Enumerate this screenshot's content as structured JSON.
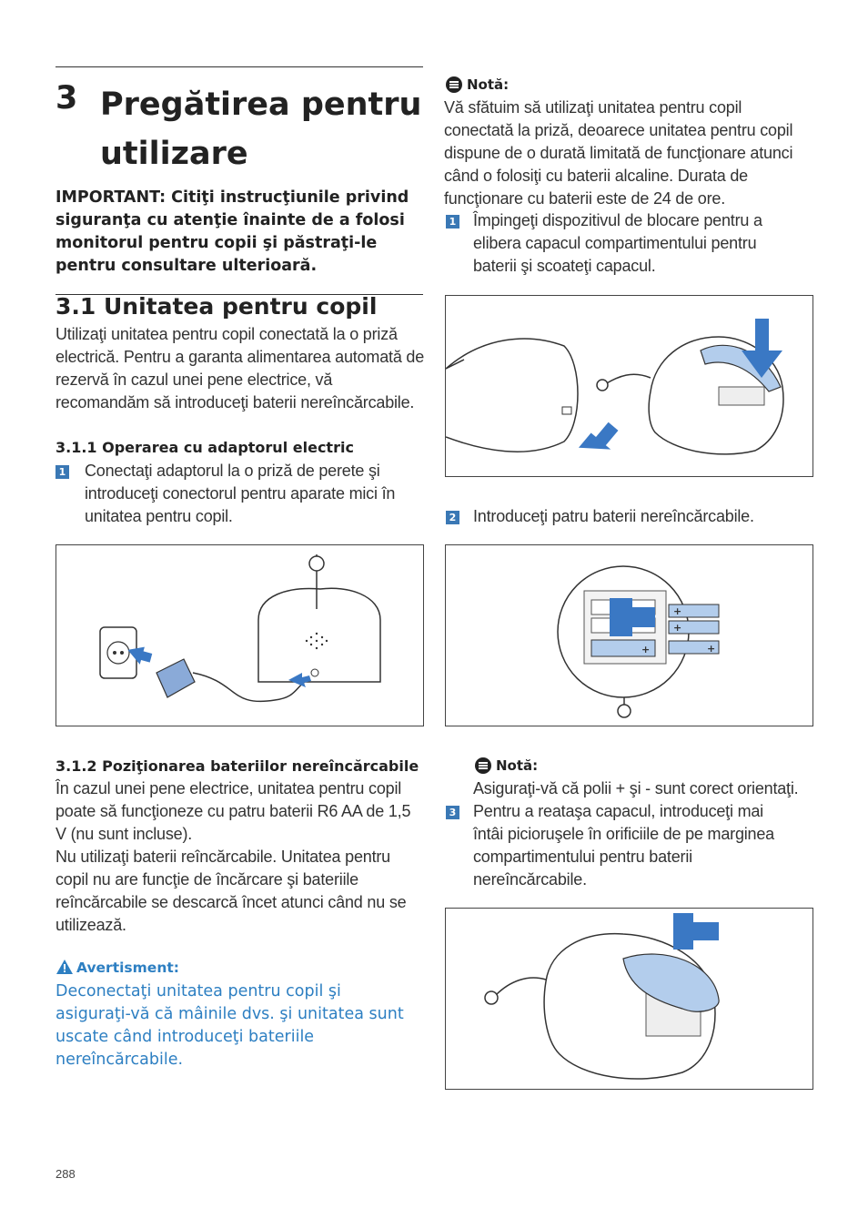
{
  "chapter": {
    "number": "3",
    "title": "Pregătirea pentru utilizare"
  },
  "important_text": "IMPORTANT: Citiţi instrucţiunile privind siguranţa cu atenţie înainte de a folosi monitorul pentru copii şi păstraţi-le pentru consultare ulterioară.",
  "section_3_1": {
    "heading": "3.1 Unitatea pentru copil",
    "intro": "Utilizaţi unitatea pentru copil conectată la o priză electrică. Pentru a garanta alimentarea automată de rezervă în cazul unei pene electrice, vă recomandăm să introduceţi baterii nereîncărcabile."
  },
  "section_3_1_1": {
    "heading": "3.1.1 Operarea cu adaptorul electric",
    "step1_number": "1",
    "step1_text": "Conectaţi adaptorul la o priză de perete şi introduceţi conectorul pentru aparate mici în unitatea pentru copil."
  },
  "section_3_1_2": {
    "heading": "3.1.2 Poziţionarea bateriilor nereîncărcabile",
    "para1": " În cazul unei pene electrice, unitatea pentru copil poate să funcţioneze cu patru baterii R6 AA de 1,5 V (nu sunt incluse).",
    "para2": "Nu utilizaţi baterii reîncărcabile. Unitatea pentru copil nu are funcţie de încărcare şi bateriile reîncărcabile se descarcă încet atunci când nu se utilizează."
  },
  "warning": {
    "heading": "Avertisment:",
    "text": "Deconectaţi unitatea pentru copil şi asiguraţi-vă că mâinile dvs. şi unitatea sunt uscate când introduceţi bateriile nereîncărcabile."
  },
  "note1": {
    "heading": "Notă:",
    "text": " Vă sfătuim să utilizaţi unitatea pentru copil conectată la priză, deoarece unitatea pentru copil dispune de o durată limitată de funcţionare atunci când o folosiţi cu baterii alcaline. Durata de funcţionare cu baterii este de 24 de ore."
  },
  "right_steps": {
    "step1_number": "1",
    "step1_text": "Împingeţi dispozitivul de blocare pentru a elibera capacul compartimentului pentru baterii şi scoateţi capacul.",
    "step2_number": "2",
    "step2_text": "Introduceţi patru baterii nereîncărcabile.",
    "step3_number": "3",
    "step3_text": "Pentru a reataşa capacul, introduceţi mai întâi picioruşele în orificiile de pe marginea compartimentului pentru baterii nereîncărcabile."
  },
  "note2": {
    "heading": "Notă:",
    "text": "Asiguraţi-vă că polii + şi - sunt corect orientaţi."
  },
  "page_number": "288",
  "colors": {
    "accent_blue": "#2d7fc2",
    "step_badge": "#3a78b5",
    "arrow_blue": "#3a78c4",
    "light_blue": "#b3cdec"
  },
  "icons": {
    "note": "note-icon",
    "warning": "warning-icon"
  }
}
